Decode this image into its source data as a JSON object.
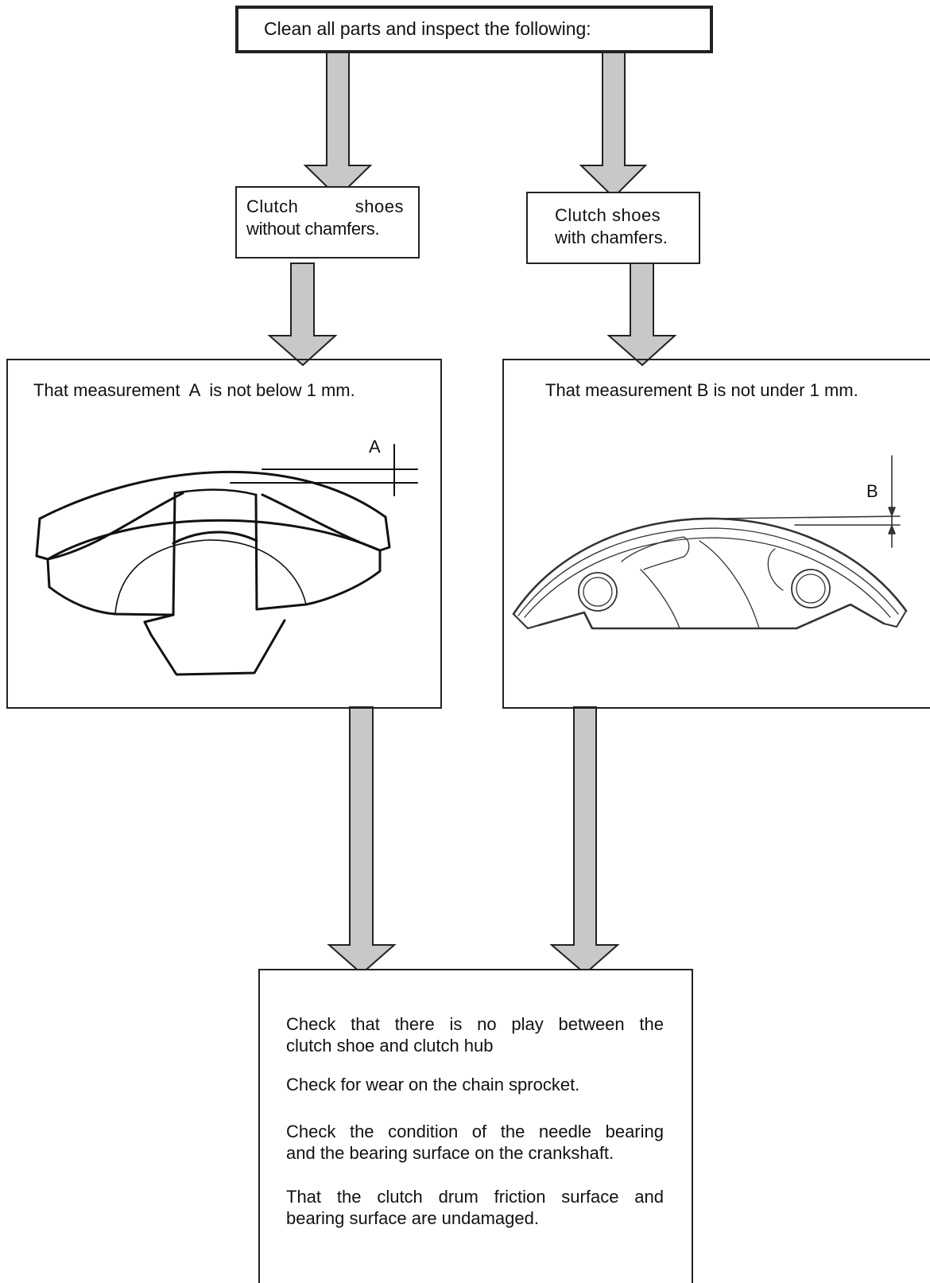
{
  "top_box": {
    "text": "Clean all parts and inspect the following:"
  },
  "left_branch": {
    "line1": "Clutch shoes",
    "line2": "without chamfers."
  },
  "right_branch": {
    "line1": "Clutch shoes",
    "line2": "with chamfers."
  },
  "left_panel": {
    "text": "That measurement  A  is not below 1 mm.",
    "dimension_label": "A"
  },
  "right_panel": {
    "text": "That measurement B is not under 1 mm.",
    "dimension_label": "B"
  },
  "bottom_box": {
    "items": [
      {
        "line1": "Check that there is no play between the",
        "line2": "clutch shoe and clutch hub"
      },
      {
        "line1": "Check for wear on the chain sprocket."
      },
      {
        "line1": "Check the condition of the needle bearing",
        "line2": "and the bearing surface on the crankshaft."
      },
      {
        "line1": "That the clutch drum friction surface and",
        "line2": "bearing surface are undamaged."
      }
    ]
  },
  "colors": {
    "arrow_fill": "#c8c8c8",
    "stroke": "#222222"
  }
}
